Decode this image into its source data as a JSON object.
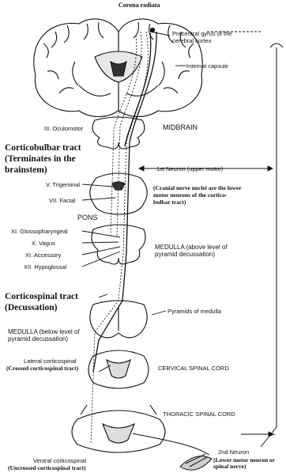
{
  "labels": {
    "corona_radiata": "Corona radiata",
    "precentral_gyrus": "Precentral gyrus of the cerebral cortex",
    "internal_capsule": "Internal capsule",
    "oculomotor": "III. Oculomotor",
    "midbrain": "MIDBRAIN",
    "corticobulbar": "Corticobulbar tract (Terminates in the brainstem)",
    "first_neuron": "1st Neuron (upper motor)",
    "trigeminal": "V. Trigeminal",
    "facial": "VII. Facial",
    "cranial_nuclei": "(Cranial nerve nuclei are the lower motor neurons of the cortico-bulbar tract)",
    "pons": "PONS",
    "glossopharyngeal": "XI. Glossopharyngeal",
    "vagus": "X. Vagus",
    "accessory": "XI. Accessory",
    "hypoglossal": "XII. Hypoglossal",
    "medulla_above": "MEDULLA (above level of pyramid decussation)",
    "corticospinal_decussation": "Corticospinal tract (Decussation)",
    "pyramids": "Pyramids of medulla",
    "medulla_below": "MEDULLA (below level of pyramid decussation)",
    "lateral_corticospinal": "Lateral corticospinal",
    "crossed": "(Crossed corticospinal tract)",
    "cervical": "CERVICAL SPINAL CORD",
    "thoracic": "THORACIC SPINAL CORD",
    "second_neuron": "2nd Neuron",
    "ventral_corticospinal": "Ventral corticospinal",
    "uncrossed": "(Uncrossed corticospinal tract)",
    "lower_motor": "(Lower motor neuron or spinal nerve)"
  }
}
